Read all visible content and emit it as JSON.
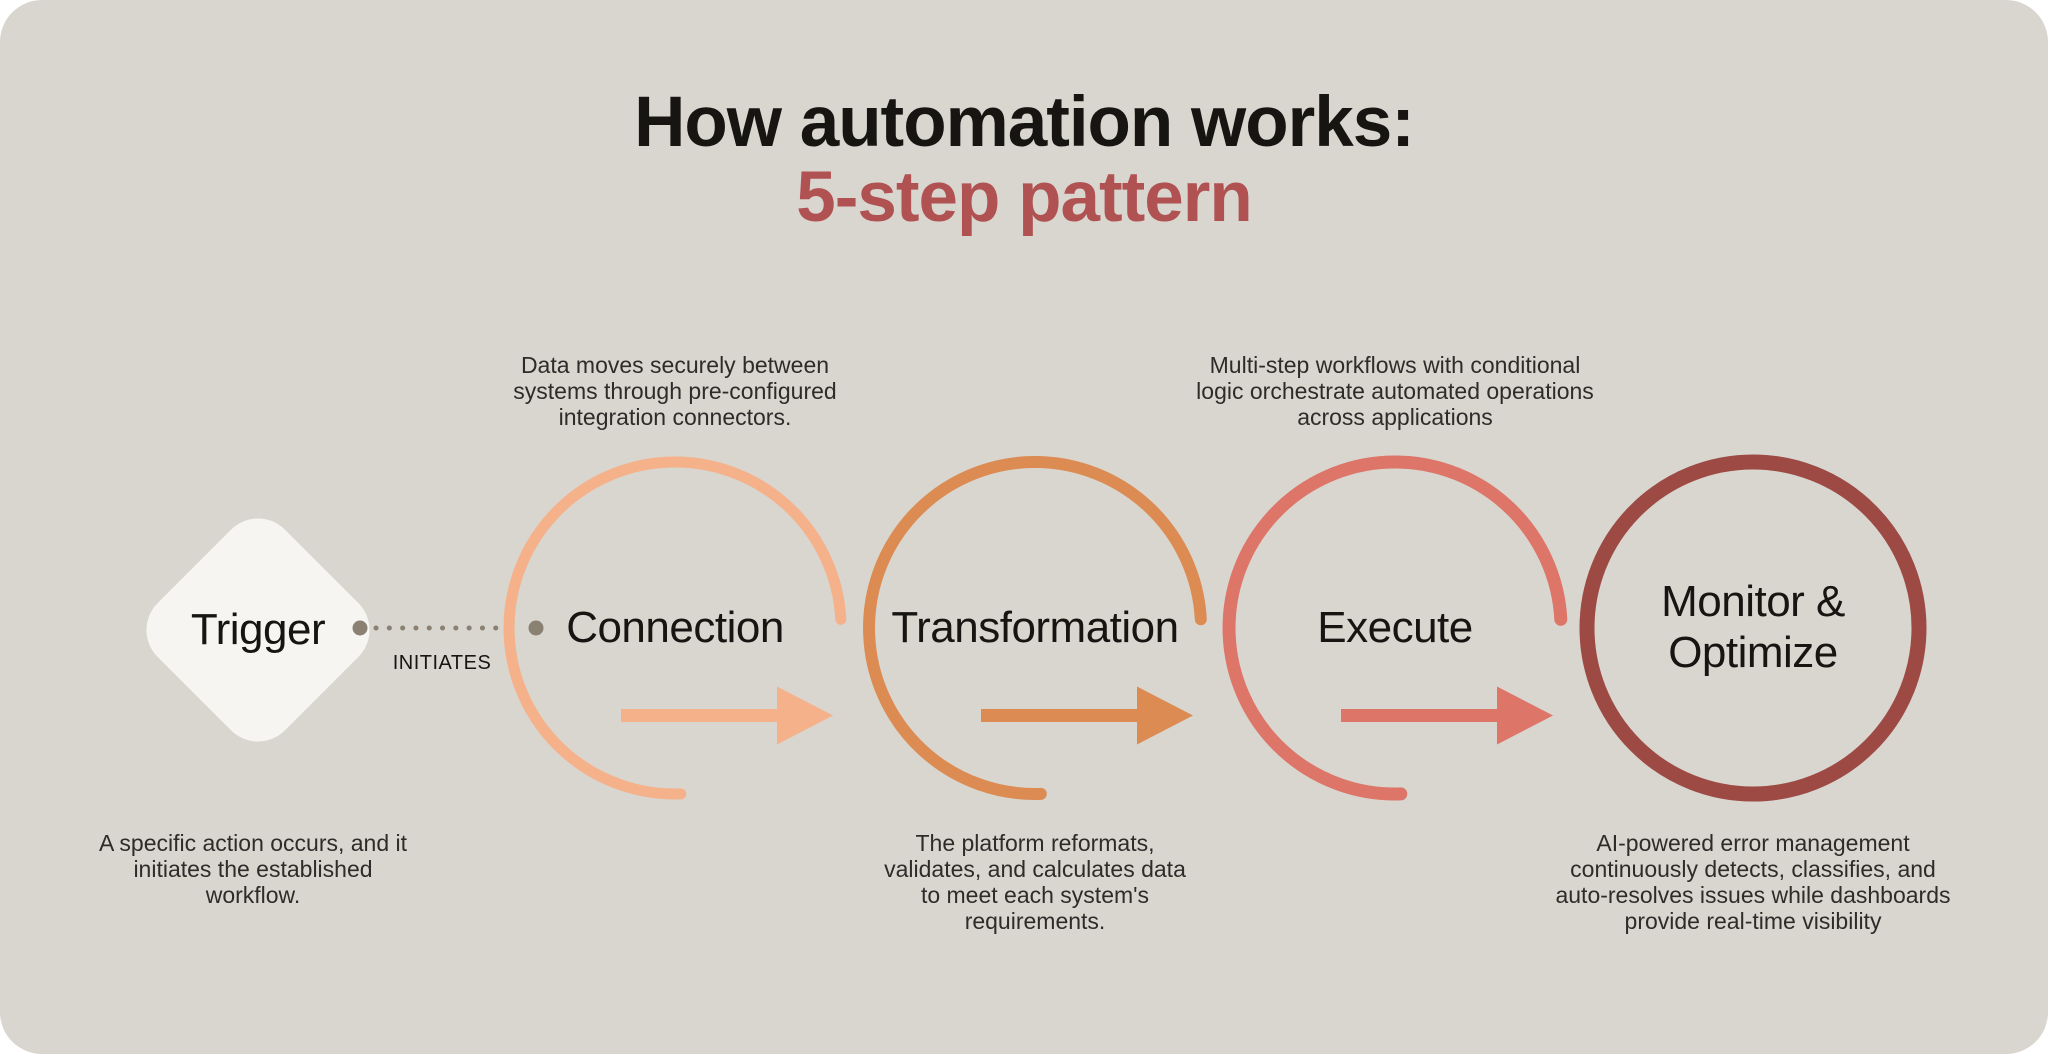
{
  "title": {
    "line1": "How automation works:",
    "line2": "5-step pattern"
  },
  "connector": {
    "label": "INITIATES"
  },
  "steps": [
    {
      "label": "Trigger",
      "shape": "diamond",
      "description": "A specific action occurs, and it\ninitiates the established\nworkflow."
    },
    {
      "label": "Connection",
      "shape": "open-circle",
      "description": "Data moves securely between\nsystems through pre-configured\nintegration connectors."
    },
    {
      "label": "Transformation",
      "shape": "open-circle",
      "description": "The platform reformats,\nvalidates, and calculates data\nto meet each system's\nrequirements."
    },
    {
      "label": "Execute",
      "shape": "open-circle",
      "description": "Multi-step workflows with conditional\nlogic orchestrate automated operations\nacross applications"
    },
    {
      "label": "Monitor &\nOptimize",
      "shape": "circle",
      "description": "AI-powered error management\ncontinuously detects, classifies, and\nauto-resolves issues while dashboards\nprovide real-time visibility"
    }
  ],
  "colors": {
    "outer": "#ffffff",
    "background": "#d9d6d0",
    "title-text": "#171512",
    "title-accent": "#b05152",
    "body-text": "#2e2c29",
    "diamond-fill": "#f6f5f1",
    "connector-dot": "#8a8173",
    "connection": "#f4b18a",
    "transformation": "#dc8b52",
    "execute": "#dd7568",
    "monitor": "#9d4a44"
  }
}
